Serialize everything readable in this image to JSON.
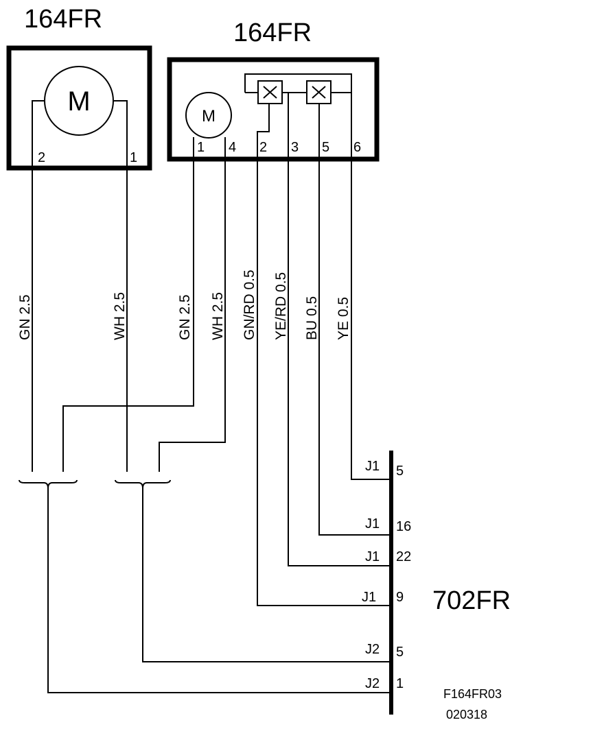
{
  "components": {
    "motor_left": {
      "title": "164FR",
      "symbol": "M",
      "pins": [
        "2",
        "1"
      ]
    },
    "motor_right": {
      "title": "164FR",
      "symbol": "M",
      "pins": [
        "1",
        "4",
        "2",
        "3",
        "5",
        "6"
      ]
    },
    "connector": {
      "title": "702FR"
    }
  },
  "wires": [
    {
      "label": "GN  2.5"
    },
    {
      "label": "WH  2.5"
    },
    {
      "label": "GN  2.5"
    },
    {
      "label": "WH  2.5"
    },
    {
      "label": "GN/RD  0.5"
    },
    {
      "label": "YE/RD  0.5"
    },
    {
      "label": "BU  0.5"
    },
    {
      "label": "YE  0.5"
    }
  ],
  "terminals": [
    {
      "conn": "J1",
      "pin": "5"
    },
    {
      "conn": "J1",
      "pin": "16"
    },
    {
      "conn": "J1",
      "pin": "22"
    },
    {
      "conn": "J1",
      "pin": "9"
    },
    {
      "conn": "J2",
      "pin": "5"
    },
    {
      "conn": "J2",
      "pin": "1"
    }
  ],
  "reference": {
    "code": "F164FR03",
    "date": "020318"
  }
}
